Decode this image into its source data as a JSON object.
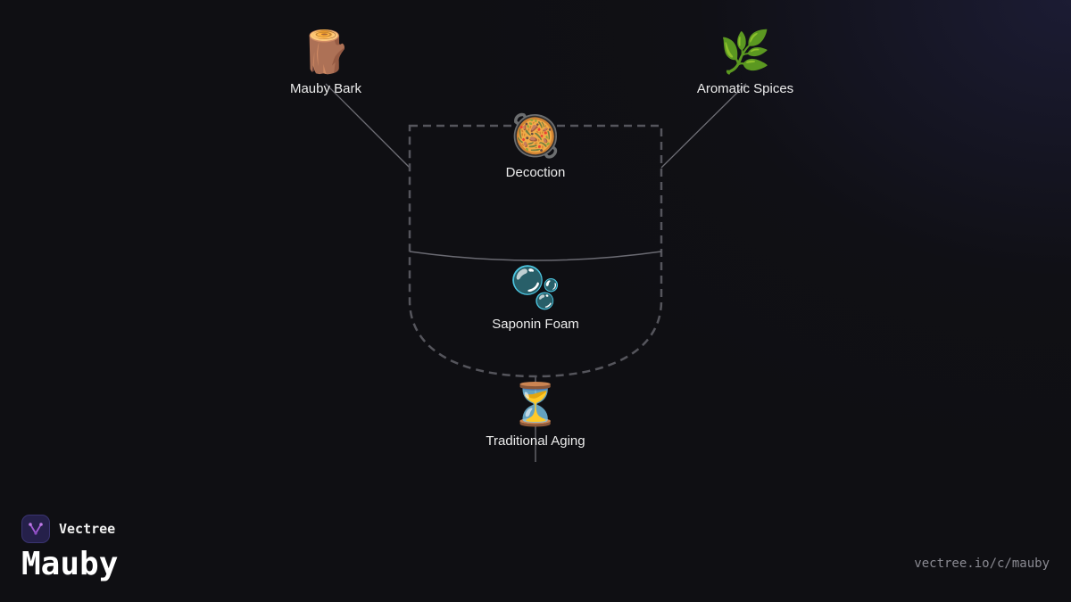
{
  "diagram": {
    "nodes": [
      {
        "id": "mauby-bark",
        "label": "Mauby Bark",
        "icon": "log-icon",
        "glyph": "🪵"
      },
      {
        "id": "aromatic-spices",
        "label": "Aromatic Spices",
        "icon": "herb-icon",
        "glyph": "🌿"
      },
      {
        "id": "decoction",
        "label": "Decoction",
        "icon": "pot-of-food-icon",
        "glyph": "🥘"
      },
      {
        "id": "saponin-foam",
        "label": "Saponin Foam",
        "icon": "bubbles-icon",
        "glyph": "🫧"
      },
      {
        "id": "traditional-aging",
        "label": "Traditional Aging",
        "icon": "hourglass-icon",
        "glyph": "⏳"
      }
    ],
    "edges": [
      {
        "from": "mauby-bark",
        "to": "decoction"
      },
      {
        "from": "aromatic-spices",
        "to": "decoction"
      },
      {
        "from": "saponin-foam",
        "to": "traditional-aging"
      }
    ],
    "colors": {
      "background": "#0f0f13",
      "line": "#6f6f76",
      "vessel_outline": "#55555c",
      "text": "#ececec"
    }
  },
  "brand": {
    "name": "Vectree",
    "logo_icon": "vectree-logo-icon",
    "logo_color": "#a35bd6"
  },
  "page": {
    "title": "Mauby",
    "url": "vectree.io/c/mauby"
  }
}
